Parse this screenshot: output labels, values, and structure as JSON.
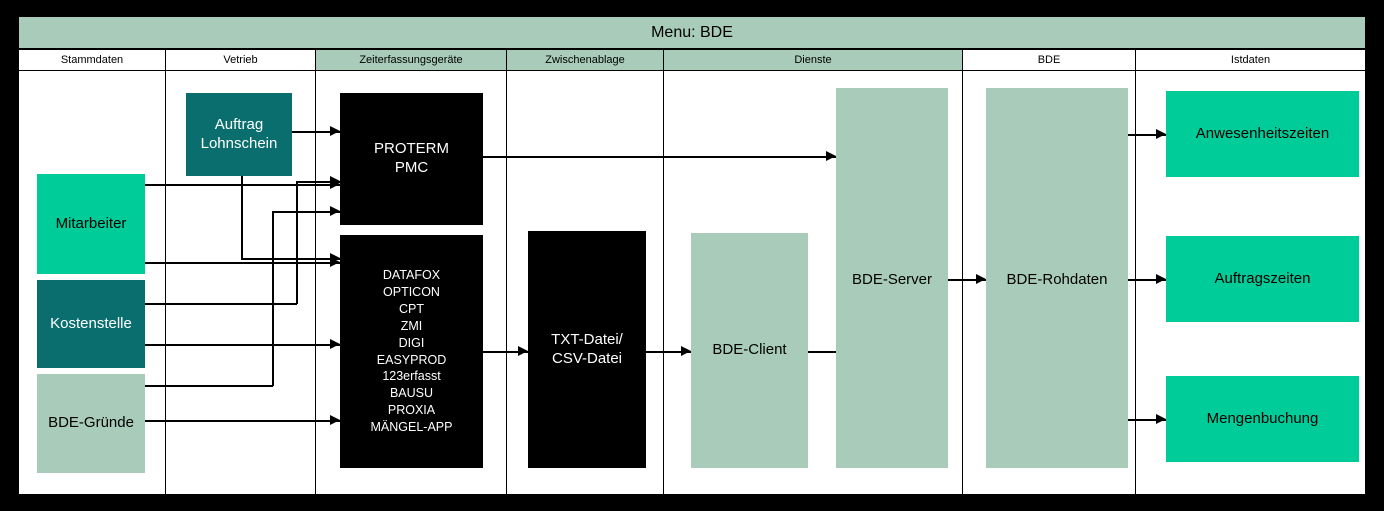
{
  "title_bar": {
    "text": "Menu: BDE"
  },
  "columns": [
    {
      "key": "stammdaten",
      "label": "Stammdaten",
      "tinted": false
    },
    {
      "key": "vetrieb",
      "label": "Vetrieb",
      "tinted": false
    },
    {
      "key": "zeiterf",
      "label": "Zeiterfassungsgeräte",
      "tinted": true
    },
    {
      "key": "zwischen",
      "label": "Zwischenablage",
      "tinted": true
    },
    {
      "key": "dienste",
      "label": "Dienste",
      "tinted": true
    },
    {
      "key": "bde",
      "label": "BDE",
      "tinted": false
    },
    {
      "key": "istdaten",
      "label": "Istdaten",
      "tinted": false
    }
  ],
  "nodes": {
    "mitarbeiter": {
      "label": "Mitarbeiter",
      "color": "green"
    },
    "kostenstelle": {
      "label": "Kostenstelle",
      "color": "teal"
    },
    "bde_gruende": {
      "label": "BDE-Gründe",
      "color": "sage"
    },
    "auftrag_lohnschein": {
      "label": "Auftrag\nLohnschein",
      "color": "teal"
    },
    "proterm": {
      "label": "PROTERM\nPMC",
      "color": "black"
    },
    "devices": {
      "label": "DATAFOX\nOPTICON\nCPT\nZMI\nDIGI\nEASYPROD\n123erfasst\nBAUSU\nPROXIA\nMÄNGEL-APP",
      "color": "black"
    },
    "datei": {
      "label": "TXT-Datei/\nCSV-Datei",
      "color": "black"
    },
    "bde_client": {
      "label": "BDE-Client",
      "color": "sage"
    },
    "bde_server": {
      "label": "BDE-Server",
      "color": "sage"
    },
    "bde_rohdaten": {
      "label": "BDE-Rohdaten",
      "color": "sage"
    },
    "anwesenheitszeiten": {
      "label": "Anwesenheitszeiten",
      "color": "green"
    },
    "auftragszeiten": {
      "label": "Auftragszeiten",
      "color": "green"
    },
    "mengenbuchung": {
      "label": "Mengenbuchung",
      "color": "green"
    }
  },
  "colors": {
    "accent_green": "#00CC99",
    "accent_teal": "#0A6E6E",
    "accent_sage": "#A8CCB9",
    "background": "#000000",
    "surface": "#FFFFFF",
    "line": "#000000"
  },
  "device_list": [
    "DATAFOX",
    "OPTICON",
    "CPT",
    "ZMI",
    "DIGI",
    "EASYPROD",
    "123erfasst",
    "BAUSU",
    "PROXIA",
    "MÄNGEL-APP"
  ]
}
